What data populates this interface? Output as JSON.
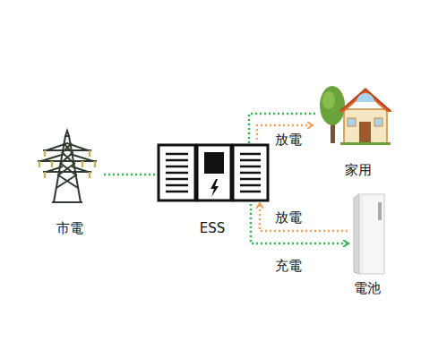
{
  "diagram": {
    "nodes": [
      {
        "text": [
          "市電"
        ]
      },
      {
        "text": [
          "ESS"
        ]
      },
      {
        "text": [
          "家用"
        ]
      },
      {
        "text": [
          "電池"
        ]
      }
    ],
    "edges": [
      {
        "from": 0,
        "to": 1,
        "arrow": "none"
      },
      {
        "from": 1,
        "to": 2,
        "arrow": "none"
      },
      {
        "from": 1,
        "to": 2,
        "label": "放電",
        "arrow": "to"
      },
      {
        "from": 3,
        "to": 1,
        "label": "放電",
        "arrow": "to"
      },
      {
        "from": 1,
        "to": 3,
        "label": "充電",
        "arrow": "to"
      }
    ]
  }
}
